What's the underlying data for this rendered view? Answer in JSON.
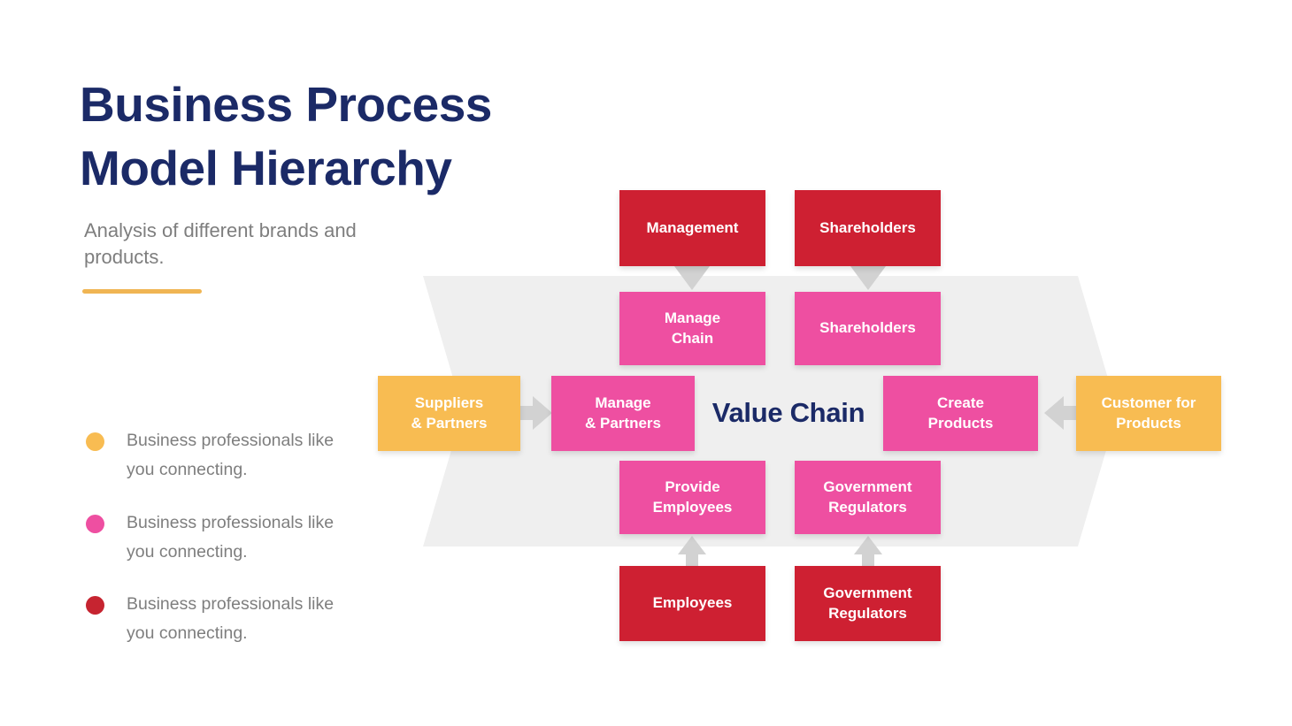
{
  "slide": {
    "title": "Business Process\nModel Hierarchy",
    "subtitle": "Analysis of different brands and\nproducts.",
    "legend": [
      {
        "color": "#F8BC52",
        "text": "Business professionals like\nyou connecting."
      },
      {
        "color": "#EE4FA1",
        "text": "Business professionals like\nyou connecting."
      },
      {
        "color": "#C62430",
        "text": "Business professionals like\nyou connecting."
      }
    ]
  },
  "diagram": {
    "center_label": "Value Chain",
    "boxes": {
      "management": "Management",
      "shareholders_top": "Shareholders",
      "manage_chain": "Manage\nChain",
      "shareholders_inner": "Shareholders",
      "suppliers_partners": "Suppliers\n& Partners",
      "manage_partners": "Manage\n& Partners",
      "create_products": "Create\nProducts",
      "customer_for_products": "Customer for\nProducts",
      "provide_employees": "Provide\nEmployees",
      "government_regulators_inner": "Government\nRegulators",
      "employees": "Employees",
      "government_regulators_outer": "Government\nRegulators"
    }
  },
  "colors": {
    "title_navy": "#1B2A67",
    "text_gray": "#7E7E7E",
    "underline_yellow": "#F0B553",
    "box_red": "#CE2032",
    "box_pink": "#EE4FA1",
    "box_yellow": "#F8BC52",
    "band_gray": "#EFEFEF",
    "arrow_gray": "#D2D2D2"
  }
}
